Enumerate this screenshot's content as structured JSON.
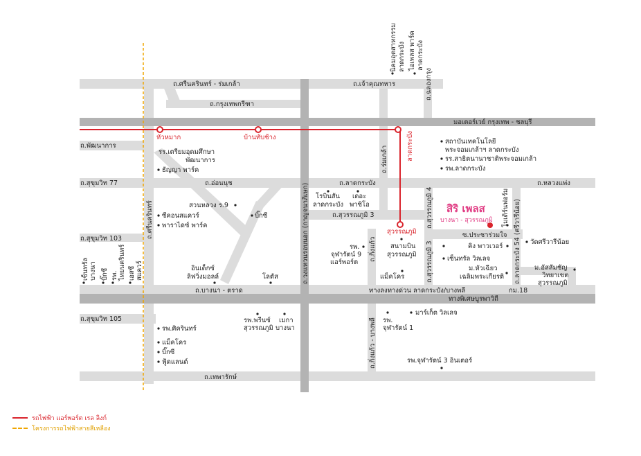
{
  "colors": {
    "rail": "#d9232b",
    "yellow_line": "#f0a500",
    "highlight": "#e03a82",
    "road": "#dcdcdc",
    "highway": "#b3b3b3"
  },
  "roads": {
    "srinakarin_romklao": "ถ.ศรีนครินทร์ - ร่มเกล้า",
    "chao_khun_thahan": "ถ.เจ้าคุณทหาร",
    "krungthep_kreetha": "ถ.กรุงเทพกรีฑา",
    "motorway": "มอเตอร์เวย์ กรุงเทพ - ชลบุรี",
    "phatthanakan": "ถ.พัฒนาการ",
    "sukhumvit_77": "ถ.สุขุมวิท 77",
    "on_nut": "ถ.อ่อนนุช",
    "lat_krabang": "ถ.ลาดกระบัง",
    "luang_phaeng": "ถ.หลวงแพ่ง",
    "suvarnabhumi_3_h": "ถ.สุวรรณภูมิ 3",
    "sukhumvit_103": "ถ.สุขุมวิท 103",
    "srinakarin_v": "ถ.ศรีนครินทร์",
    "bangna_trat": "ถ.บางนา - ตราด",
    "ring_road": "ถ.วงแหวนรอบนอก (กาญจนาภิเษก)",
    "romklao_v": "ถ.ร่มเกล้า",
    "chalong_krung": "ถ.ฉลองกรุง",
    "suvarnabhumi_4_v": "ถ.สุวรรณภูมิ 4",
    "suvarnabhumi_3_v": "ถ.สุวรรณภูมิ 3",
    "lat_krabang_54": "ถ.ลาดกระบัง 54 (ศรีวารีน้อย)",
    "king_kaeo_top": "ถ.กิ่งแก้ว",
    "prachar_ruam_jai": "ซ.ประชาร่วมใจ",
    "lat_krabang_bangphli": "ทางลงทางด่วน ลาดกระบัง/บางพลี",
    "expressway": "ทางพิเศษบูรพาวิถี",
    "km18": "กม.18",
    "sukhumvit_105": "ถ.สุขุมวิท 105",
    "king_kaeo_bangphli": "ถ.กิ่งแก้ว - บางพลี",
    "thepharak": "ถ.เทพารักษ์"
  },
  "stations": {
    "hua_mak": "หัวหมาก",
    "ban_thap_chang": "บ้านทับช้าง",
    "lat_krabang": "ลาดกระบัง",
    "suvarnabhumi": "สุวรรณภูมิ"
  },
  "places": {
    "kmitl_1": "สถาบันเทคโนโลยี",
    "kmitl_2": "พระจอมเกล้าฯ ลาดกระบัง",
    "demo_school": "รร.สาธิตนานาชาติพระจอมเกล้า",
    "lkb_hospital": "รพ.ลาดกระบัง",
    "triam_1": "รร.เตรียมอุดมศึกษา",
    "triam_2": "พัฒนาการ",
    "thanya_park": "ธัญญา พาร์ค",
    "suan_luang": "สวนหลวง ร.9",
    "bigc_1": "บิ๊กซี",
    "seacon": "ซีคอนสแควร์",
    "paradise": "พาราไดซ์ พาร์ค",
    "robinson_1": "โรบินสัน",
    "robinson_2": "ลาดกระบัง",
    "the_paseo_1": "เดอะ",
    "the_paseo_2": "พาซิโอ",
    "chula9_1": "รพ.",
    "chula9_2": "จุฬารัตน์ 9",
    "chula9_3": "แอร์พอร์ต",
    "airport_1": "สนามบิน",
    "airport_2": "สุวรรณภูมิ",
    "central_village": "เซ็นทรัล วิลเลจ",
    "king_power": "คิง พาวเวอร์",
    "dental_1": "ม.หัวเฉียว",
    "dental_2": "เฉลิมพระเกียรติ",
    "modernform": "โมเดิร์นฟอร์ม",
    "wat_sriwari": "วัดศรีวารีน้อย",
    "assumption_1": "ม.อัสสัมชัญ",
    "assumption_2": "วิทยาเขต",
    "assumption_3": "สุวรรณภูมิ",
    "mega_bangna_1": "อินเด็กซ์",
    "mega_bangna_2": "ลิฟวิ่งมอลล์",
    "lotus": "โลตัส",
    "makro_1": "แม็คโคร",
    "central_bangna": "เซ็นทรัล",
    "central_bangna_2": "บางนา",
    "bigc_bangna": "บิ๊กซี",
    "thai_nakarin_1": "รพ.",
    "thai_nakarin_2": "ไทยนครินทร์",
    "ac_1": "เอสซี",
    "ac_2": "สแควร์",
    "prinvia_1": "รพ.พรีนซ์",
    "prinvia_2": "สุวรรณภูมิ",
    "mega_1": "เมกา",
    "mega_2": "บางนา",
    "market_village": "มาร์เก็ต วิลเลจ",
    "chula1_1": "รพ.",
    "chula1_2": "จุฬารัตน์ 1",
    "sikarin": "รพ.ศิครินทร์",
    "makro_2": "แม็คโคร",
    "bigc_2": "บิ๊กซี",
    "foodland": "ฟู้ดแลนด์",
    "chula3": "รพ.จุฬารัตน์ 3 อินเตอร์",
    "ladkrabang_aa_1": "นิคมอุตสาหกรรม",
    "ladkrabang_aa_2": "ลาดกระบัง",
    "ipark_1": "ไอเพลส พาร์ค",
    "ipark_2": "ลาดกระบัง"
  },
  "project": {
    "name": "สิริ เพลส",
    "subtitle": "บางนา - สุวรรณภูมิ"
  },
  "legend": {
    "rail_link": "รถไฟฟ้า แอร์พอร์ต เรล ลิงก์",
    "yellow_line": "โครงการรถไฟฟ้าสายสีเหลือง"
  }
}
